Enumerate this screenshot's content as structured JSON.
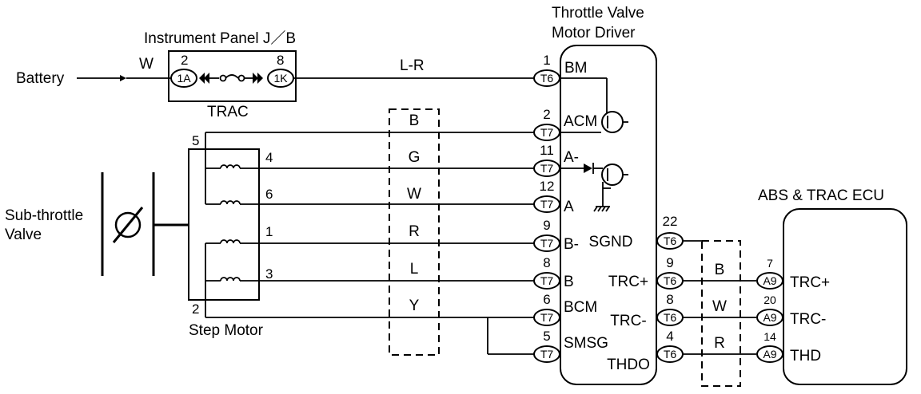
{
  "blocks": {
    "ij_title": "Instrument Panel J／B",
    "trac": "TRAC",
    "tv_title1": "Throttle Valve",
    "tv_title2": "Motor Driver",
    "ecu_title": "ABS & TRAC ECU",
    "battery": "Battery",
    "sub1": "Sub-throttle",
    "sub2": "Valve",
    "step": "Step Motor"
  },
  "wires": {
    "bat_w": "W",
    "lr": "L-R",
    "colors": [
      "B",
      "G",
      "W",
      "R",
      "L",
      "Y"
    ],
    "right_colors": [
      "B",
      "W",
      "R"
    ]
  },
  "ij_pins": {
    "left_pin": "2",
    "left_conn": "1A",
    "right_pin": "8",
    "right_conn": "1K"
  },
  "motor_pins": {
    "p5": "5",
    "p4": "4",
    "p6": "6",
    "p1": "1",
    "p3": "3",
    "p2": "2"
  },
  "driver_left": [
    {
      "pin": "1",
      "conn": "T6",
      "term": "BM"
    },
    {
      "pin": "2",
      "conn": "T7",
      "term": "ACM"
    },
    {
      "pin": "11",
      "conn": "T7",
      "term": "A-"
    },
    {
      "pin": "12",
      "conn": "T7",
      "term": "A"
    },
    {
      "pin": "9",
      "conn": "T7",
      "term": "B-"
    },
    {
      "pin": "8",
      "conn": "T7",
      "term": "B"
    },
    {
      "pin": "6",
      "conn": "T7",
      "term": "BCM"
    },
    {
      "pin": "5",
      "conn": "T7",
      "term": "SMSG"
    }
  ],
  "driver_right": [
    {
      "pin": "22",
      "conn": "T6",
      "term": "SGND"
    },
    {
      "pin": "9",
      "conn": "T6",
      "term": "TRC+"
    },
    {
      "pin": "8",
      "conn": "T6",
      "term": "TRC-"
    },
    {
      "pin": "4",
      "conn": "T6",
      "term": "THDO"
    }
  ],
  "ecu_pins": [
    {
      "pin": "7",
      "conn": "A9",
      "term": "TRC+"
    },
    {
      "pin": "20",
      "conn": "A9",
      "term": "TRC-"
    },
    {
      "pin": "14",
      "conn": "A9",
      "term": "THD"
    }
  ]
}
